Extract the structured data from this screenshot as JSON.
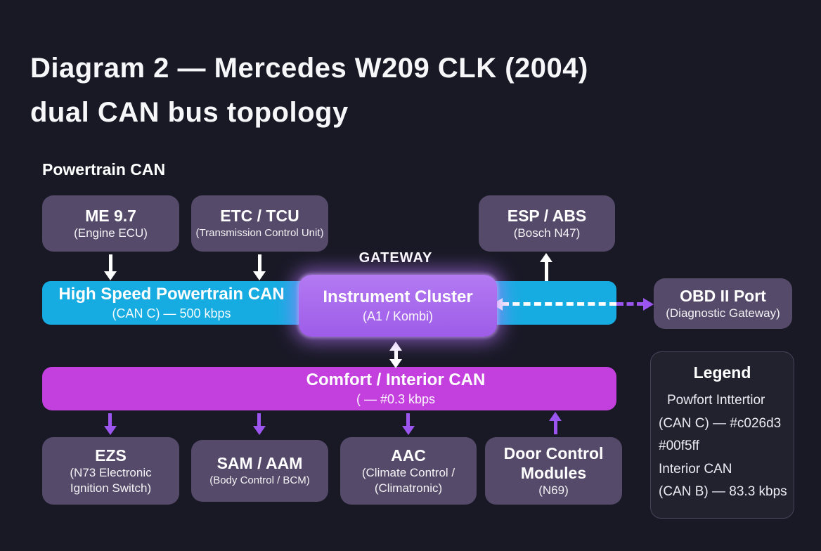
{
  "title": "Diagram 2 — Mercedes W209 CLK (2004)\ndual CAN bus topology",
  "labels": {
    "powertrain_section": "Powertrain CAN",
    "gateway": "GATEWAY"
  },
  "buses": {
    "powertrain": {
      "title": "High Speed Powertrain CAN",
      "subtitle": "(CAN C) — 500 kbps"
    },
    "comfort": {
      "title": "Comfort / Interior CAN",
      "subtitle": "( — #0.3 kbps"
    }
  },
  "nodes": {
    "me97": {
      "title": "ME 9.7",
      "subtitle": "(Engine ECU)"
    },
    "etc_tcu": {
      "title": "ETC / TCU",
      "subtitle": "(Transmission Control Unit)"
    },
    "esp_abs": {
      "title": "ESP / ABS",
      "subtitle": "(Bosch N47)"
    },
    "cluster": {
      "title": "Instrument Cluster",
      "subtitle": "(A1 / Kombi)"
    },
    "obd": {
      "title": "OBD II Port",
      "subtitle": "(Diagnostic Gateway)"
    },
    "ezs": {
      "title": "EZS",
      "subtitle": "(N73 Electronic\nIgnition Switch)"
    },
    "sam_aam": {
      "title": "SAM / AAM",
      "subtitle": "(Body Control / BCM)"
    },
    "aac": {
      "title": "AAC",
      "subtitle": "(Climate Control /\n(Climatronic)"
    },
    "door": {
      "title": "Door Control\nModules",
      "subtitle": "(N69)"
    }
  },
  "legend": {
    "title": "Legend",
    "lines": [
      "Powfort Inttertior",
      "(CAN C) — #c026d3",
      "#00f5ff",
      "Interior CAN",
      "(CAN B) — 83.3 kbps"
    ]
  },
  "colors": {
    "background": "#191926",
    "powertrain_bus": "#17ace1",
    "comfort_bus": "#c340de",
    "node_box": "#564a6a",
    "gateway_node": "#9e5ce8",
    "arrow_purple": "#9d55f0"
  }
}
